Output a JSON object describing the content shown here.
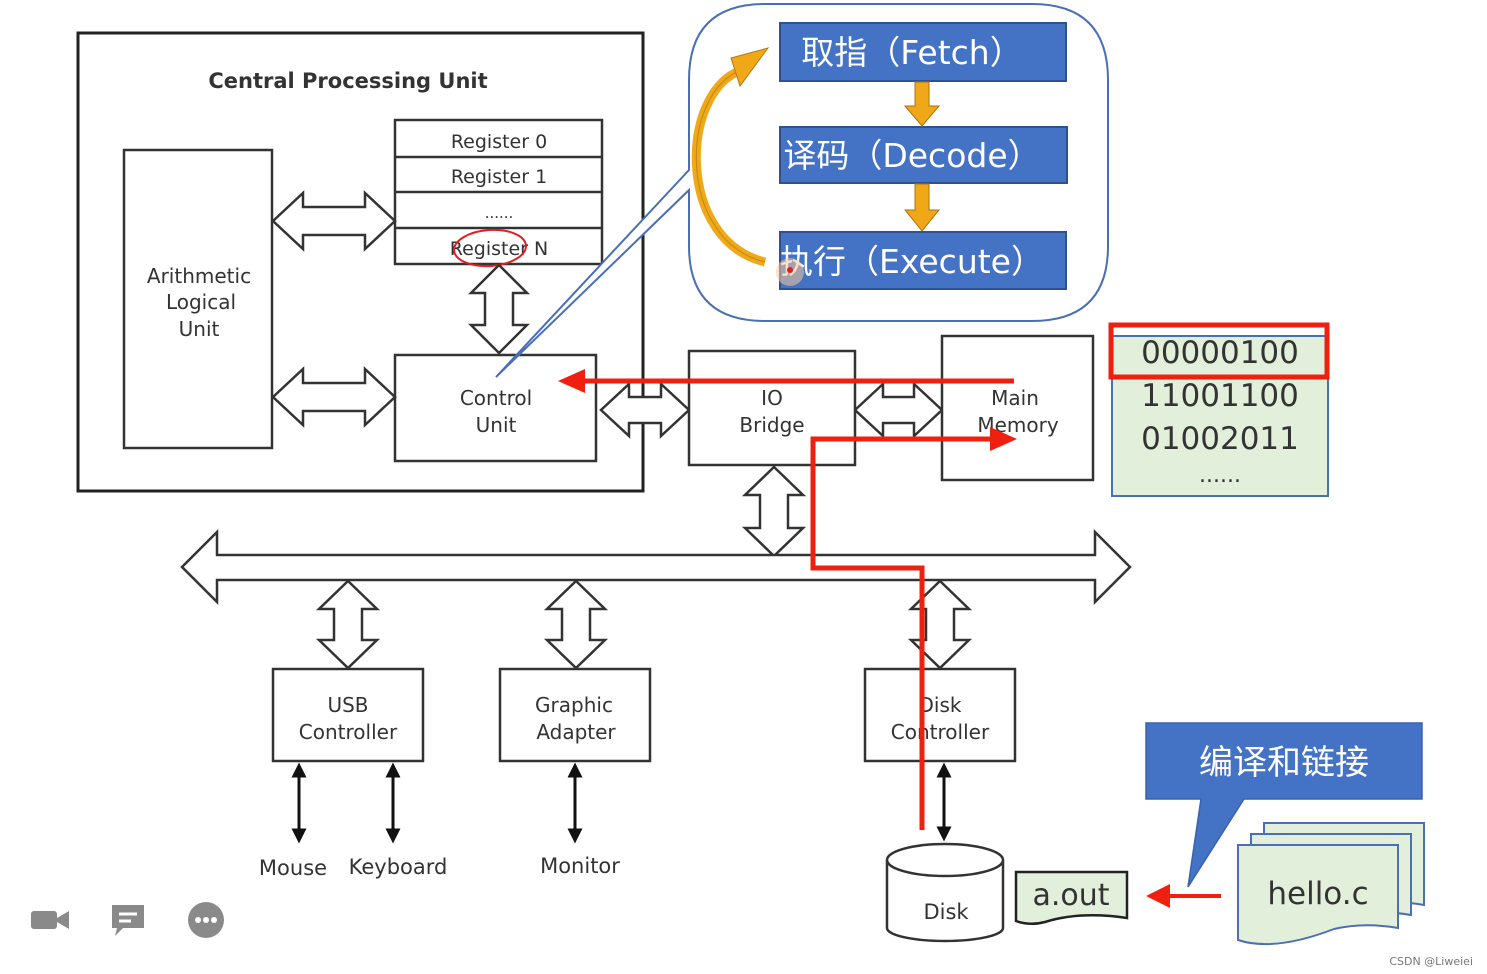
{
  "cpu": {
    "title": "Central Processing Unit",
    "alu": [
      "Arithmetic",
      "Logical",
      "Unit"
    ],
    "registers": [
      "Register 0",
      "Register 1",
      "......",
      "Register N"
    ],
    "control_unit": [
      "Control",
      "Unit"
    ]
  },
  "cycle": {
    "fetch": "取指（Fetch）",
    "decode": "译码（Decode）",
    "execute": "执行（Execute）"
  },
  "io_bridge": [
    "IO",
    "Bridge"
  ],
  "main_memory": [
    "Main",
    "Memory"
  ],
  "memory_contents": [
    "00000100",
    "11001100",
    "01002011",
    "......"
  ],
  "devices": {
    "usb": [
      "USB",
      "Controller"
    ],
    "graphic": [
      "Graphic",
      "Adapter"
    ],
    "disk_ctrl": [
      "Disk",
      "Controller"
    ]
  },
  "peripherals": {
    "mouse": "Mouse",
    "keyboard": "Keyboard",
    "monitor": "Monitor",
    "disk": "Disk"
  },
  "files": {
    "aout": "a.out",
    "helloc": "hello.c"
  },
  "callout": "编译和链接",
  "watermark": "CSDN @Liweiei",
  "colors": {
    "blue_box": "#4472c4",
    "arrow_gold": "#f0a818",
    "trace_red": "#f02010",
    "memory_fill": "#e2efda"
  },
  "toolbar_icons": [
    "video-camera-icon",
    "chat-icon",
    "more-icon"
  ]
}
